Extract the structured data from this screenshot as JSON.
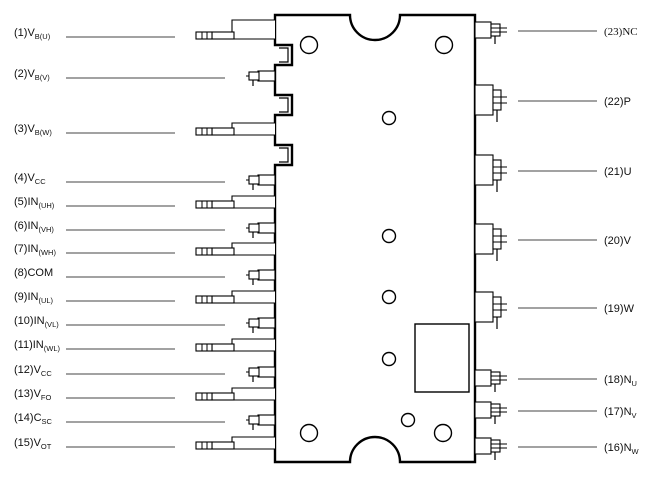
{
  "diagram": {
    "left_pins": [
      {
        "num": "(1)",
        "main": "V",
        "sub": "B(U)",
        "lead": "long"
      },
      {
        "num": "(2)",
        "main": "V",
        "sub": "B(V)",
        "lead": "short"
      },
      {
        "num": "(3)",
        "main": "V",
        "sub": "B(W)",
        "lead": "long"
      },
      {
        "num": "(4)",
        "main": "V",
        "sub": "CC",
        "lead": "short"
      },
      {
        "num": "(5)",
        "main": "IN",
        "sub": "(UH)",
        "lead": "long"
      },
      {
        "num": "(6)",
        "main": "IN",
        "sub": "(VH)",
        "lead": "short"
      },
      {
        "num": "(7)",
        "main": "IN",
        "sub": "(WH)",
        "lead": "long"
      },
      {
        "num": "(8)",
        "main": "COM",
        "sub": "",
        "lead": "short"
      },
      {
        "num": "(9)",
        "main": "IN",
        "sub": "(UL)",
        "lead": "long"
      },
      {
        "num": "(10)",
        "main": "IN",
        "sub": "(VL)",
        "lead": "short"
      },
      {
        "num": "(11)",
        "main": "IN",
        "sub": "(WL)",
        "lead": "long"
      },
      {
        "num": "(12)",
        "main": "V",
        "sub": "CC",
        "lead": "short"
      },
      {
        "num": "(13)",
        "main": "V",
        "sub": "FO",
        "lead": "long"
      },
      {
        "num": "(14)",
        "main": "C",
        "sub": "SC",
        "lead": "short"
      },
      {
        "num": "(15)",
        "main": "V",
        "sub": "OT",
        "lead": "long"
      }
    ],
    "right_pins": [
      {
        "num": "(23)",
        "main": "NC",
        "sub": "",
        "style": "serif"
      },
      {
        "num": "(22)",
        "main": "P",
        "sub": ""
      },
      {
        "num": "(21)",
        "main": "U",
        "sub": ""
      },
      {
        "num": "(20)",
        "main": "V",
        "sub": ""
      },
      {
        "num": "(19)",
        "main": "W",
        "sub": ""
      },
      {
        "num": "(18)",
        "main": "N",
        "sub": "U"
      },
      {
        "num": "(17)",
        "main": "N",
        "sub": "V"
      },
      {
        "num": "(16)",
        "main": "N",
        "sub": "W"
      }
    ],
    "colors": {
      "line": "#000000",
      "leader": "#444444",
      "text": "#111111"
    }
  }
}
